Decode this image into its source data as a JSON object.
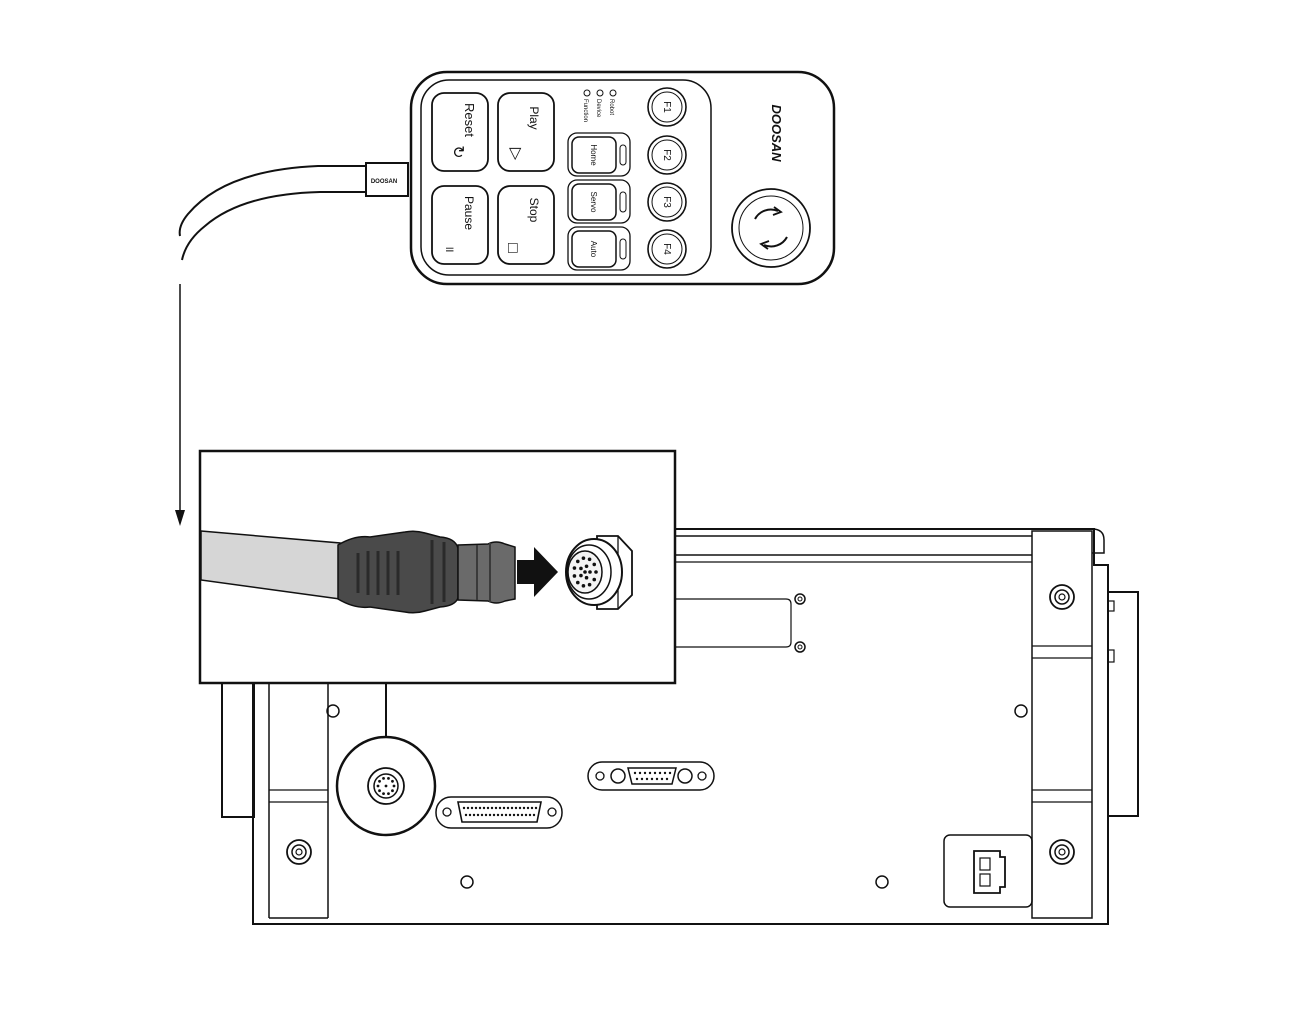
{
  "pendant": {
    "brand": "DOOSAN",
    "cable_brand": "DOOSAN",
    "buttons": [
      {
        "key": "reset",
        "label": "Reset",
        "glyph": "↻"
      },
      {
        "key": "play",
        "label": "Play",
        "glyph": "▷"
      },
      {
        "key": "pause",
        "label": "Pause",
        "glyph": "॥"
      },
      {
        "key": "stop",
        "label": "Stop",
        "glyph": "□"
      }
    ],
    "mode_buttons": [
      "Home",
      "Servo",
      "Auto"
    ],
    "function_keys": [
      "F1",
      "F2",
      "F3",
      "F4"
    ],
    "status_leds": [
      "Robot",
      "Device",
      "Function"
    ],
    "icons": {
      "emergency": "rotate-arrows-icon",
      "arrow": "right-arrow-icon"
    }
  },
  "colors": {
    "line": "#111111",
    "cable": "#d6d6d6",
    "connector_dark": "#4a4a4a",
    "connector_mid": "#6a6a6a",
    "arrow": "#111111"
  }
}
